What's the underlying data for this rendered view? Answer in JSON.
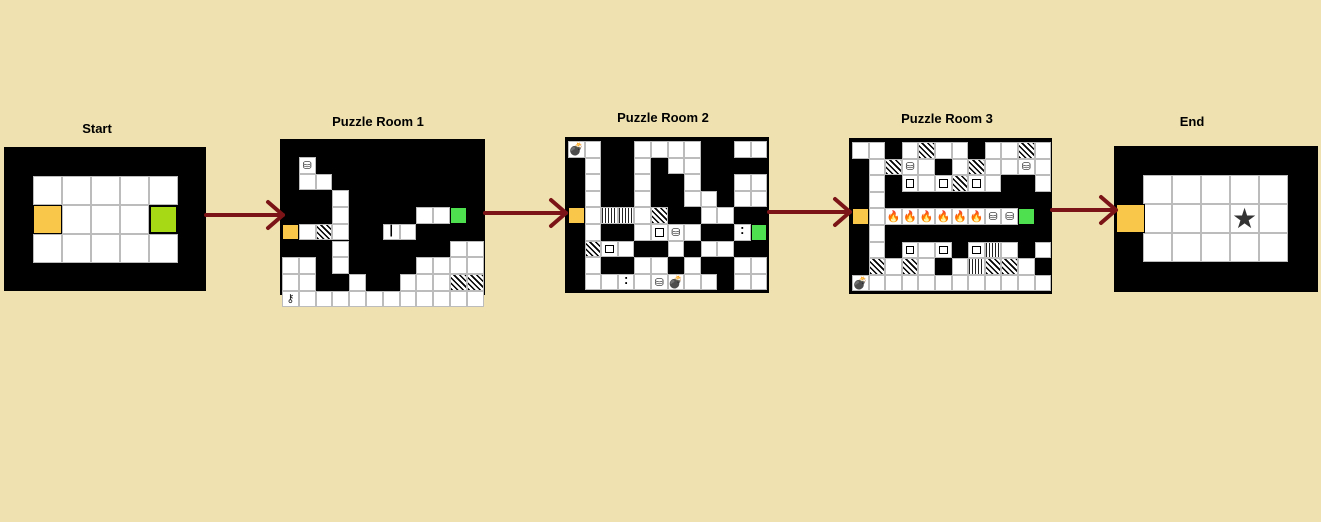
{
  "background_color": "#efe2b0",
  "rooms": {
    "start": {
      "title": "Start"
    },
    "puzzle1": {
      "title": "Puzzle Room 1"
    },
    "puzzle2": {
      "title": "Puzzle Room 2"
    },
    "puzzle3": {
      "title": "Puzzle Room 3"
    },
    "end": {
      "title": "End"
    }
  },
  "colors": {
    "floor": "#ffffff",
    "wall": "#000000",
    "entrance": "#f9c84a",
    "exit": "#4fe04f",
    "start_exit": "#a7d914",
    "arrow": "#7b1416",
    "fire": "#c9101a"
  },
  "legend_icons": [
    "fire-icon",
    "bomb-icon",
    "star-icon",
    "pot-icon",
    "key-icon",
    "pushable-box-icon",
    "hatched-floor",
    "grass-floor"
  ]
}
